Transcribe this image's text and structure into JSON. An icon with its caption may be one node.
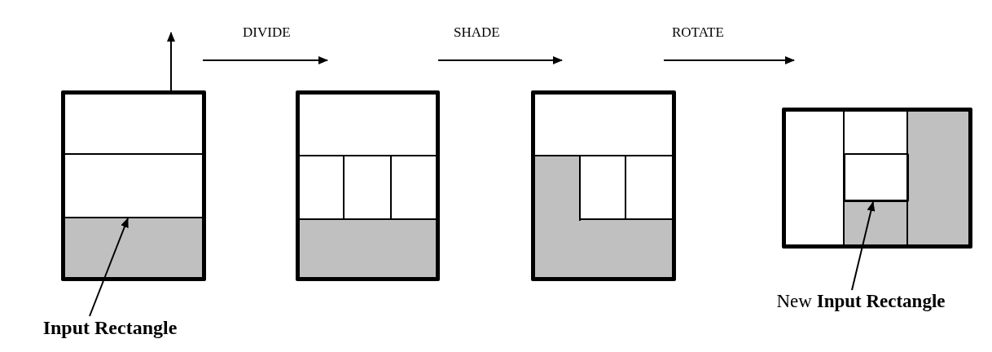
{
  "diagram": {
    "nodes": [
      {
        "text": [],
        "shape": "box"
      },
      {
        "text": [],
        "shape": "box",
        "in": 0
      },
      {
        "text": [],
        "shape": "box"
      },
      {
        "text": [],
        "shape": "box"
      },
      {
        "text": [],
        "shape": "box"
      },
      {
        "text": [],
        "shape": "box",
        "in": 4
      },
      {
        "text": [
          "Input Rectangle"
        ]
      },
      {
        "text": [
          "New **Input Rectangle**"
        ]
      }
    ],
    "edges": [
      {
        "from": 0,
        "to": null,
        "arrow": "to"
      },
      {
        "from": 0,
        "to": 2,
        "arrow": "to",
        "label": "DIVIDE"
      },
      {
        "from": 2,
        "to": 3,
        "arrow": "to",
        "label": "SHADE"
      },
      {
        "from": 3,
        "to": 4,
        "arrow": "to",
        "label": "ROTATE"
      },
      {
        "from": 6,
        "to": 1,
        "arrow": "to"
      },
      {
        "from": 7,
        "to": 5,
        "arrow": "to"
      }
    ]
  }
}
